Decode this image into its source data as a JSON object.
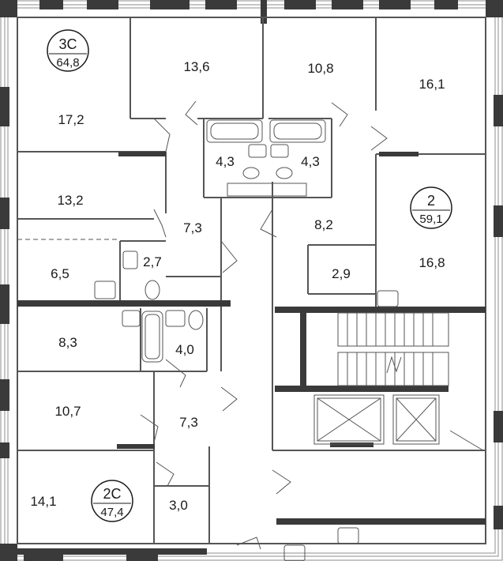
{
  "apartments": [
    {
      "type": "3С",
      "area": "64,8"
    },
    {
      "type": "2",
      "area": "59,1"
    },
    {
      "type": "2С",
      "area": "47,4"
    }
  ],
  "room_areas": [
    "17,2",
    "13,6",
    "10,8",
    "16,1",
    "4,3",
    "4,3",
    "13,2",
    "7,3",
    "8,2",
    "6,5",
    "2,7",
    "2,9",
    "16,8",
    "8,3",
    "4,0",
    "10,7",
    "7,3",
    "14,1",
    "3,0"
  ],
  "colors": {
    "wall": "#3a3a3a",
    "thin_line": "#555555",
    "window": "#8c8c8c"
  }
}
